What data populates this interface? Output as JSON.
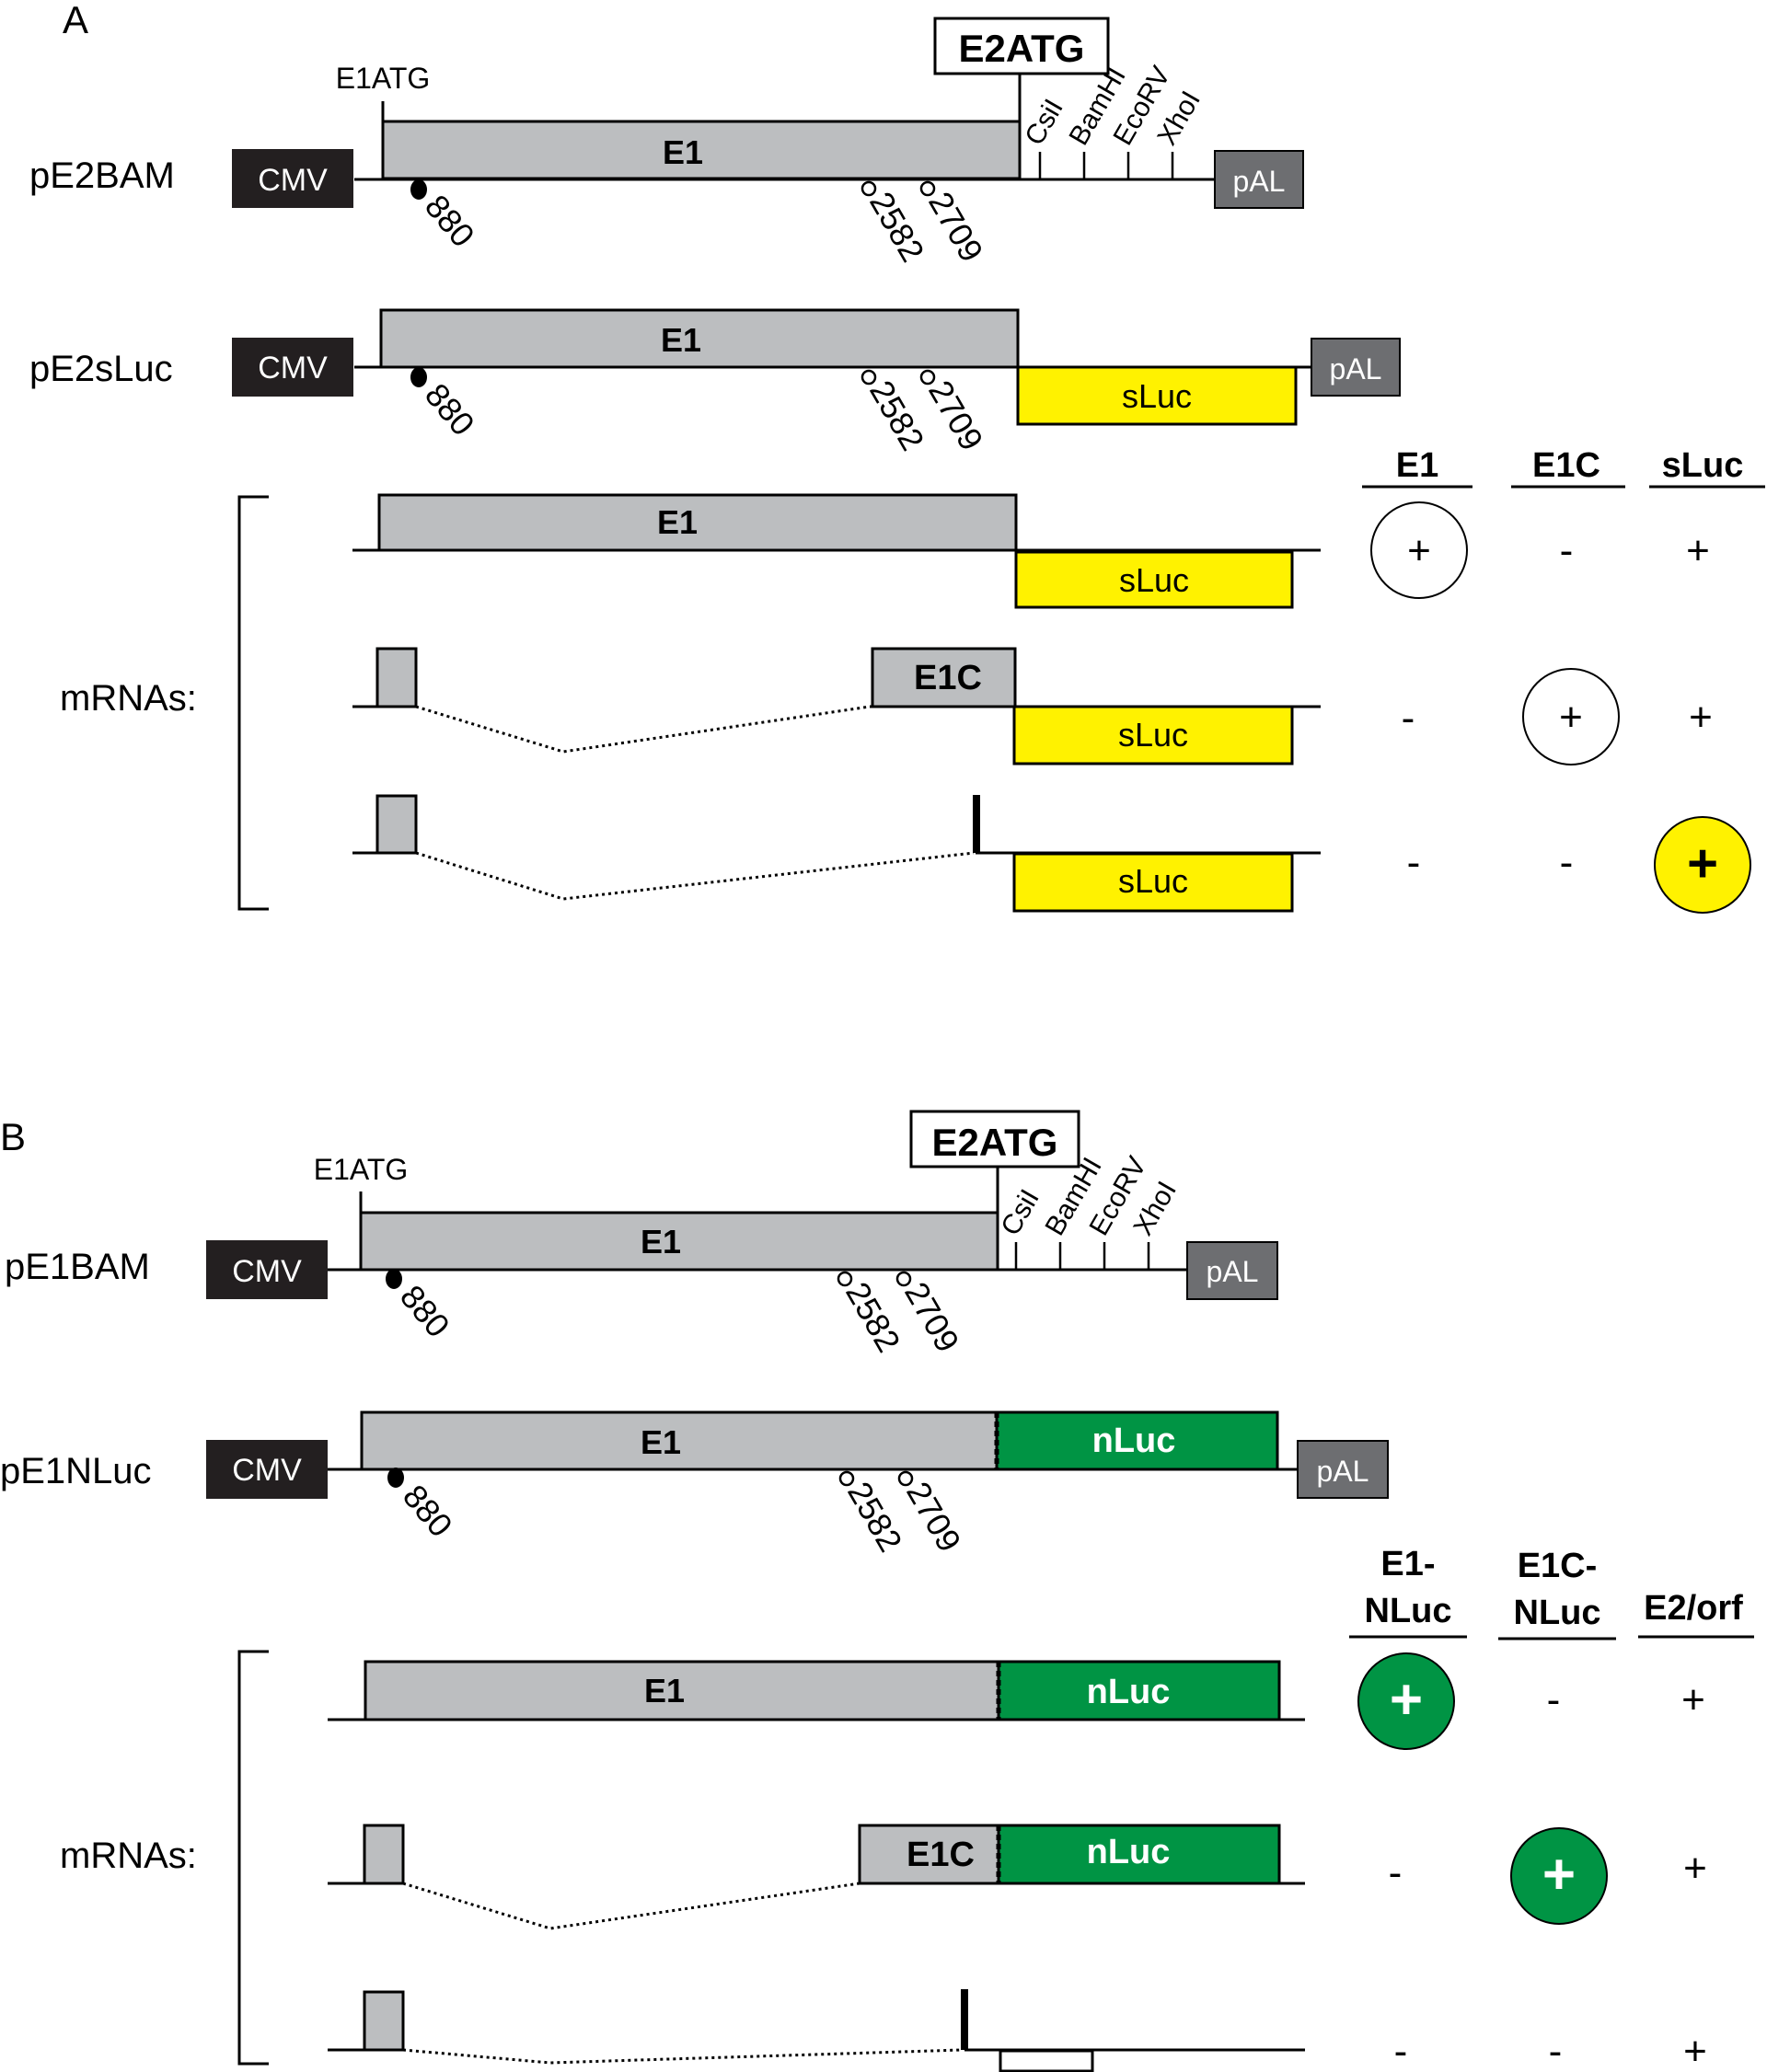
{
  "panel_a": {
    "label": "A",
    "construct1": {
      "name": "pE2BAM",
      "cmv": "CMV",
      "pal": "pAL",
      "e1": "E1",
      "e1atg": "E1ATG",
      "e2atg": "E2ATG"
    },
    "sites": [
      "CsiI",
      "BamHI",
      "EcoRV",
      "XhoI"
    ],
    "positions": [
      "880",
      "2582",
      "2709"
    ],
    "construct2": {
      "name": "pE2sLuc",
      "cmv": "CMV",
      "pal": "pAL",
      "e1": "E1",
      "reporter": "sLuc"
    },
    "mrnas_label": "mRNAs:",
    "mrna": {
      "e1": "E1",
      "e1c": "E1C",
      "reporter": "sLuc"
    },
    "table": {
      "headers": [
        "E1",
        "E1C",
        "sLuc"
      ],
      "rows": [
        [
          "+",
          "-",
          "+"
        ],
        [
          "-",
          "+",
          "+"
        ],
        [
          "-",
          "-",
          "+"
        ]
      ]
    }
  },
  "panel_b": {
    "label": "B",
    "construct1": {
      "name": "pE1BAM",
      "cmv": "CMV",
      "pal": "pAL",
      "e1": "E1",
      "e1atg": "E1ATG",
      "e2atg": "E2ATG"
    },
    "sites": [
      "CsiI",
      "BamHI",
      "EcoRV",
      "XhoI"
    ],
    "positions": [
      "880",
      "2582",
      "2709"
    ],
    "construct2": {
      "name": "pE1NLuc",
      "cmv": "CMV",
      "pal": "pAL",
      "e1": "E1",
      "reporter": "nLuc"
    },
    "mrnas_label": "mRNAs:",
    "mrna": {
      "e1": "E1",
      "e1c": "E1C",
      "reporter": "nLuc"
    },
    "table": {
      "headers": [
        [
          "E1-",
          "NLuc"
        ],
        [
          "E1C-",
          "NLuc"
        ],
        [
          "E2/orf",
          ""
        ]
      ],
      "rows": [
        [
          "+",
          "-",
          "+"
        ],
        [
          "-",
          "+",
          "+"
        ],
        [
          "-",
          "-",
          "+"
        ]
      ]
    }
  },
  "colors": {
    "cmv": "#231f20",
    "pal": "#6d6e71",
    "e1": "#bcbec0",
    "sluc": "#fff200",
    "nluc": "#009444"
  }
}
